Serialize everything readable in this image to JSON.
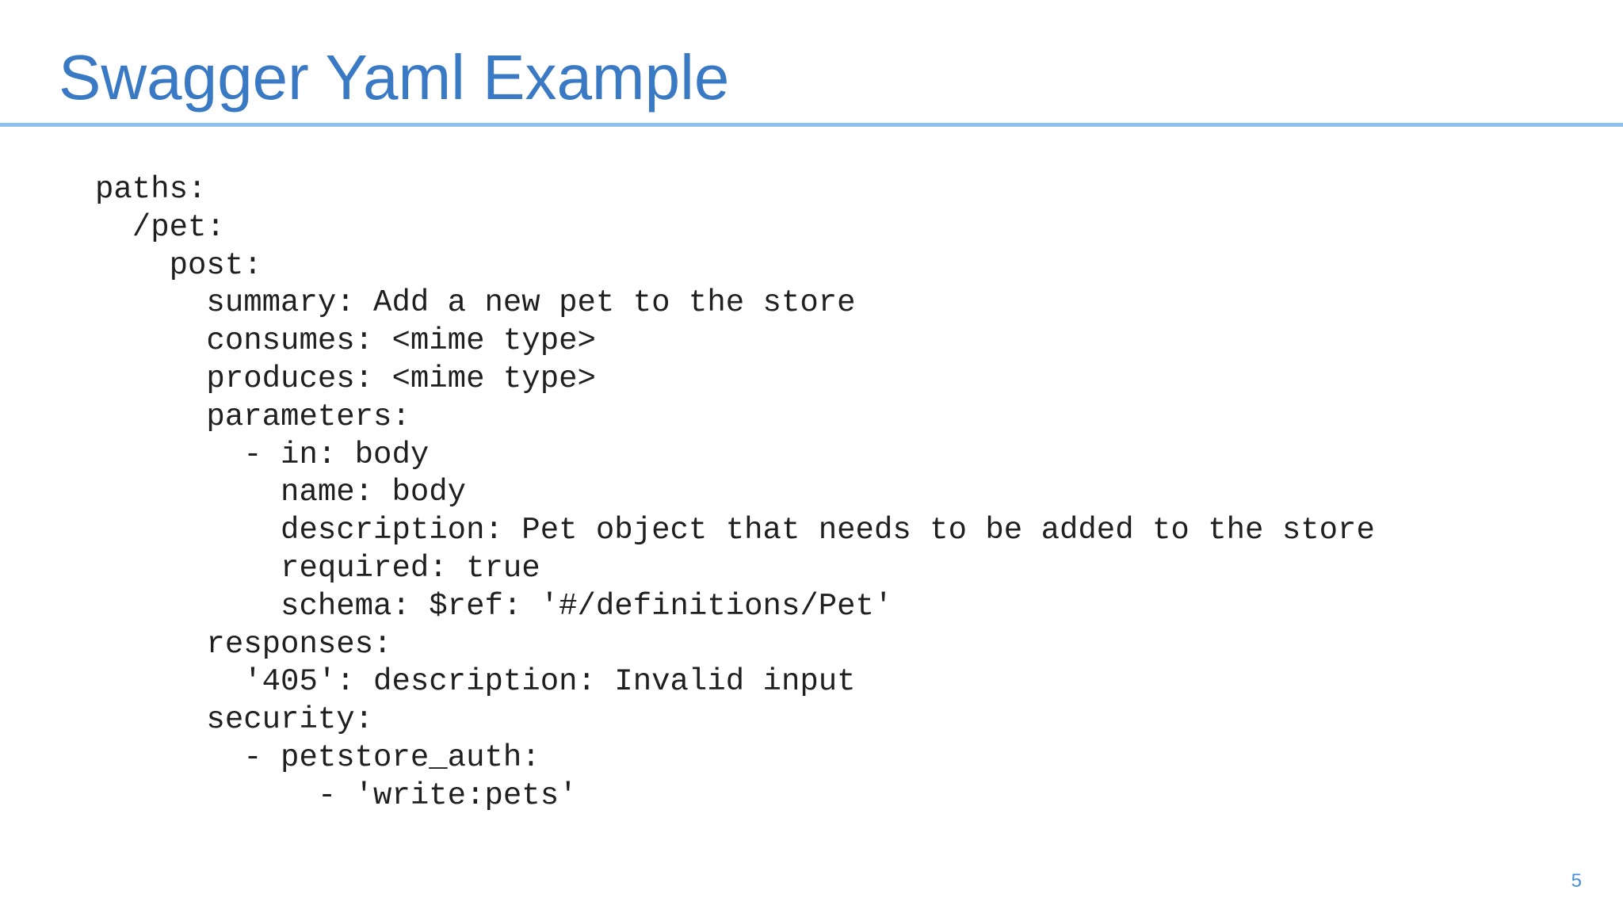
{
  "slide": {
    "title": "Swagger Yaml Example",
    "code_lines": [
      "paths:",
      "  /pet:",
      "    post:",
      "      summary: Add a new pet to the store",
      "      consumes: <mime type>",
      "      produces: <mime type>",
      "      parameters:",
      "        - in: body",
      "          name: body",
      "          description: Pet object that needs to be added to the store",
      "          required: true",
      "          schema: $ref: '#/definitions/Pet'",
      "      responses:",
      "        '405': description: Invalid input",
      "      security:",
      "        - petstore_auth:",
      "            - 'write:pets'"
    ],
    "page_number": "5"
  },
  "colors": {
    "title": "#3a79c4",
    "rule": "#8fc1ef",
    "code_text": "#1f1f1f",
    "page_number": "#4a90d9"
  }
}
